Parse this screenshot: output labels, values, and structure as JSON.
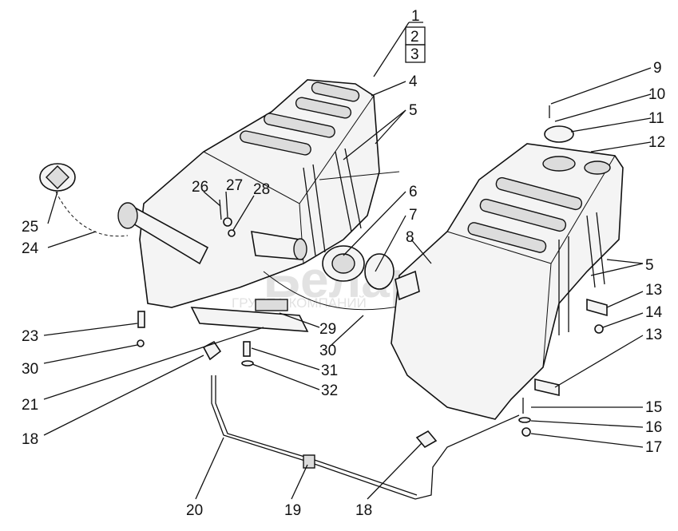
{
  "watermark": {
    "main": "Белаpo",
    "sub": "ГРУППА КОМПАНИЙ"
  },
  "callouts": {
    "c1": "1",
    "c2": "2",
    "c3": "3",
    "c4": "4",
    "c5a": "5",
    "c5b": "5",
    "c6": "6",
    "c7": "7",
    "c8": "8",
    "c9": "9",
    "c10": "10",
    "c11": "11",
    "c12": "12",
    "c13a": "13",
    "c13b": "13",
    "c14": "14",
    "c15": "15",
    "c16": "16",
    "c17": "17",
    "c18a": "18",
    "c18b": "18",
    "c19": "19",
    "c20": "20",
    "c21": "21",
    "c23": "23",
    "c24": "24",
    "c25": "25",
    "c26": "26",
    "c27": "27",
    "c28": "28",
    "c29": "29",
    "c30a": "30",
    "c30b": "30",
    "c31": "31",
    "c32": "32"
  }
}
